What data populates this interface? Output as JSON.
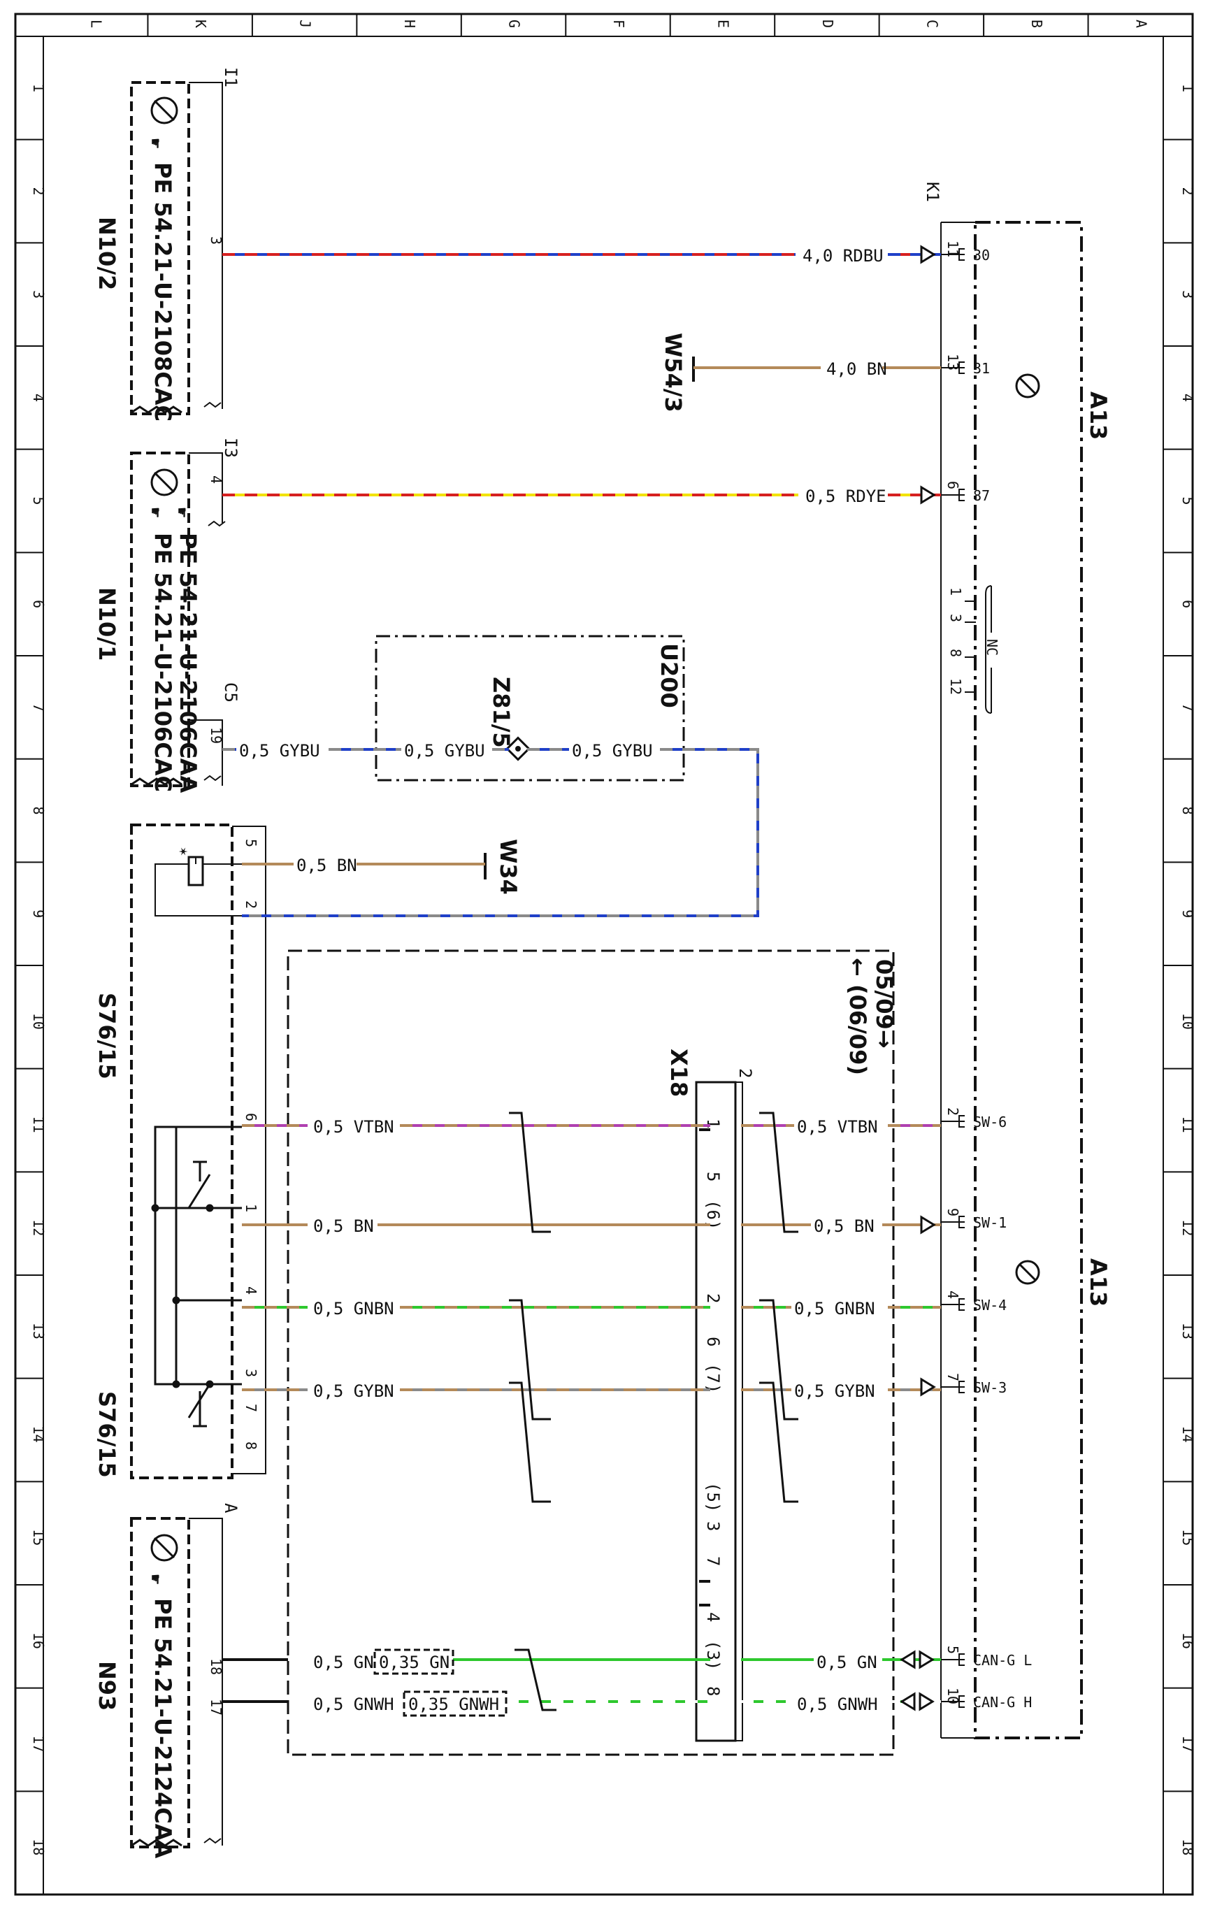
{
  "colors": {
    "RD": "#d62020",
    "BU": "#2040c8",
    "YE": "#f2e200",
    "BN": "#b48a5a",
    "GY": "#8a8a8a",
    "VT": "#b040b0",
    "GN": "#2ec82e",
    "WH": "#ffffff",
    "BK": "#111111"
  },
  "frame": {
    "col_letters": [
      "L",
      "K",
      "J",
      "H",
      "G",
      "F",
      "E",
      "D",
      "C",
      "B",
      "A"
    ],
    "row_numbers": [
      "1",
      "2",
      "3",
      "4",
      "5",
      "6",
      "7",
      "8",
      "9",
      "10",
      "11",
      "12",
      "13",
      "14",
      "15",
      "16",
      "17",
      "18"
    ]
  },
  "components": {
    "n10_2": {
      "name": "N10/2",
      "connector": "I1",
      "ref": "PE 54.21-U-2108CAC",
      "pin": "3"
    },
    "n10_1": {
      "name": "N10/1",
      "connector": "I3",
      "ref1": "PE 54.21-U-2106CAA",
      "ref2": "PE 54.21-U-2106CAC",
      "pin4": "4",
      "connector2": "C5",
      "pin19": "19"
    },
    "a13": {
      "name": "A13",
      "connector": "K1"
    },
    "w54_3": {
      "name": "W54/3"
    },
    "u200": {
      "name": "U200"
    },
    "z81_5": {
      "name": "Z81/5"
    },
    "w34": {
      "name": "W34"
    },
    "s76_15": {
      "name": "S76/15",
      "pin5": "5",
      "pin2": "2",
      "pin6": "6",
      "pin1": "1",
      "pin4": "4",
      "pin3": "3",
      "pin7": "7",
      "pin8": "8"
    },
    "x18": {
      "name": "X18",
      "connector": "2"
    },
    "n93": {
      "name": "N93",
      "connector": "A",
      "ref": "PE 54.21-U-2124CAA",
      "pin18": "18",
      "pin17": "17"
    },
    "variant": {
      "line1": "05/09→",
      "line2": "← (06/09)"
    }
  },
  "a13_pins": [
    {
      "num": "11",
      "name": "30"
    },
    {
      "num": "13",
      "name": "31"
    },
    {
      "num": "6",
      "name": "87"
    },
    {
      "num": "2",
      "name": "SW-6"
    },
    {
      "num": "9",
      "name": "SW-1"
    },
    {
      "num": "4",
      "name": "SW-4"
    },
    {
      "num": "7",
      "name": "SW-3"
    },
    {
      "num": "5",
      "name": "CAN-G L"
    },
    {
      "num": "10",
      "name": "CAN-G H"
    }
  ],
  "nc": {
    "pins": [
      "1",
      "3",
      "8",
      "12"
    ],
    "label": "NC"
  },
  "wires": {
    "rdbu": "4,0 RDBU",
    "bn_w54": "4,0 BN",
    "rdye": "0,5 RDYE",
    "gybu_a": "0,5 GYBU",
    "gybu_b": "0,5 GYBU",
    "gybu_c": "0,5 GYBU",
    "bn_w34": "0,5 BN",
    "vtbn_l": "0,5 VTBN",
    "vtbn_r": "0,5 VTBN",
    "bn_l": "0,5 BN",
    "bn_r": "0,5 BN",
    "gnbn_l": "0,5 GNBN",
    "gnbn_r": "0,5 GNBN",
    "gybn_l": "0,5 GYBN",
    "gybn_r": "0,5 GYBN",
    "gn_l": "0,5 GN",
    "gn_box": "0,35 GN",
    "gn_r": "0,5 GN",
    "gnwh_l": "0,5 GNWH",
    "gnwh_box": "0,35 GNWH",
    "gnwh_r": "0,5 GNWH"
  },
  "x18_pins": {
    "p1": "1",
    "p5": "5",
    "p6": "(6)",
    "p2": "2",
    "p6b": "6",
    "p7": "(7)",
    "p5b": "(5)",
    "p3": "3",
    "p7b": "7",
    "p4": "4",
    "p3b": "(3)",
    "p8": "8"
  }
}
